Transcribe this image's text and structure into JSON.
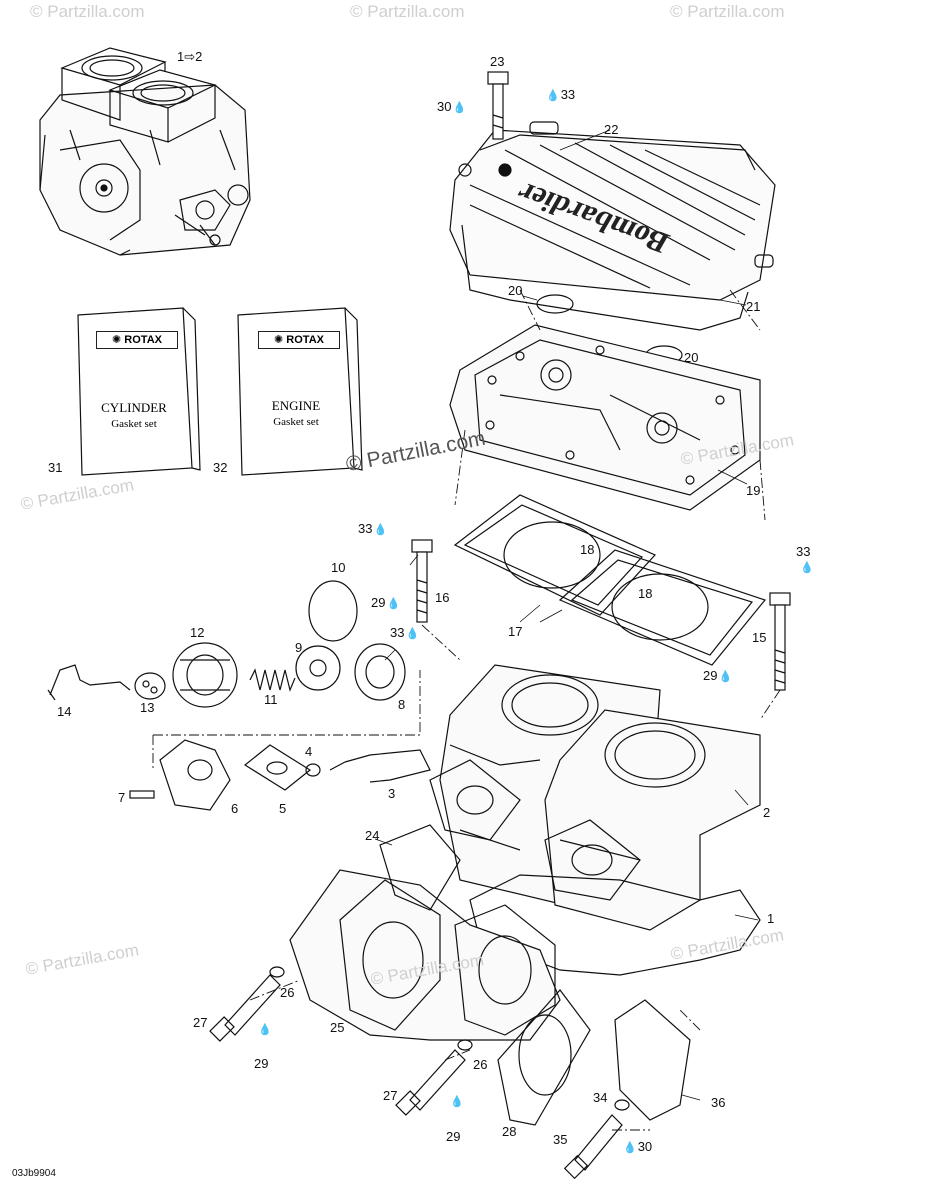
{
  "watermarks": {
    "corner": "© Partzilla.com",
    "center": "© Partzilla.com"
  },
  "document_code": "03Jb9904",
  "kits": [
    {
      "number": "31",
      "brand": "ROTAX",
      "line1": "CYLINDER",
      "line2": "Gasket set"
    },
    {
      "number": "32",
      "brand": "ROTAX",
      "line1": "ENGINE",
      "line2": "Gasket set"
    }
  ],
  "assembly_label": "1⇨2",
  "head_cover_text": "Bombardier",
  "callouts": {
    "c23": "23",
    "c30a": "30",
    "c33a": "33",
    "c22": "22",
    "c20a": "20",
    "c21": "21",
    "c20b": "20",
    "c19": "19",
    "c33b": "33",
    "c18a": "18",
    "c18b": "18",
    "c33c": "33",
    "c10": "10",
    "c29a": "29",
    "c16": "16",
    "c17": "17",
    "c15": "15",
    "c12": "12",
    "c9": "9",
    "c33d": "33",
    "c29b": "29",
    "c14": "14",
    "c13": "13",
    "c11": "11",
    "c8": "8",
    "c4": "4",
    "c7": "7",
    "c6": "6",
    "c5": "5",
    "c3": "3",
    "c2": "2",
    "c24": "24",
    "c1": "1",
    "c26a": "26",
    "c27a": "27",
    "c25": "25",
    "c29c": "29",
    "c26b": "26",
    "c27b": "27",
    "c36": "36",
    "c34": "34",
    "c28": "28",
    "c29d": "29",
    "c35": "35",
    "c30b": "30"
  }
}
